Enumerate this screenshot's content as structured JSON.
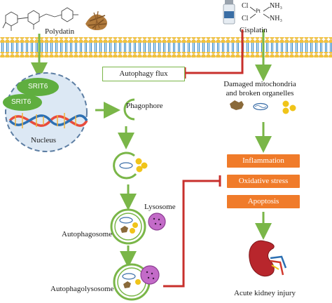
{
  "labels": {
    "polydatin": "Polydatin",
    "cisplatin": "Cisplatin",
    "cisplatin_formula": {
      "cl_top": "Cl",
      "cl_bottom": "Cl",
      "pt": "Pt",
      "nh3_top": "NH₃",
      "nh3_bottom": "NH₃"
    },
    "sirt6_a": "SRIT6",
    "sirt6_b": "SRIT6",
    "nucleus": "Nucleus",
    "autophagy_flux": "Autophagy flux",
    "damaged_line1": "Damaged mitochondria",
    "damaged_line2": "and broken organelles",
    "phagophore": "Phagophore",
    "lysosome": "Lysosome",
    "autophagosome": "Autophagosome",
    "autophagolysosome": "Autophagolysosome",
    "inflammation": "Inflammation",
    "oxidative_stress": "Oxidative stress",
    "apoptosis": "Apoptosis",
    "acute_kidney_injury": "Acute kidney injury"
  },
  "colors": {
    "activation_arrow": "#7ab648",
    "inhibition_line": "#c8302c",
    "process_box": "#f07b2a",
    "membrane_head": "#f3c23a",
    "membrane_tail": "#2b83c6",
    "sirt6": "#5fae3f",
    "nucleus_fill": "#dce8f4"
  },
  "icons": [
    "polydatin-structure",
    "herb-roots-image",
    "cisplatin-vial",
    "dna-helix",
    "mitochondrion",
    "organelle-debris",
    "lysosome",
    "kidney"
  ]
}
